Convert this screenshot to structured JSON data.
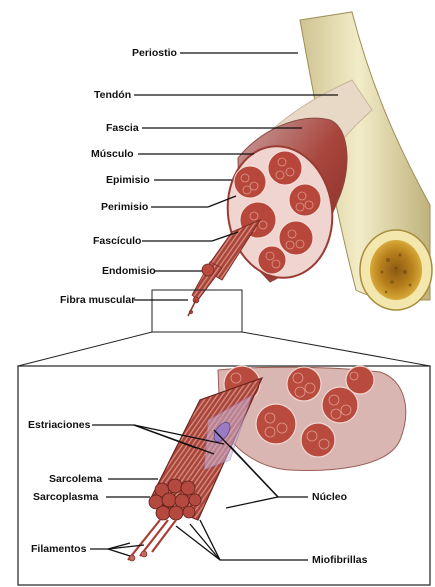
{
  "diagram": {
    "top_labels": {
      "periostio": "Periostio",
      "tendon": "Tendón",
      "fascia": "Fascia",
      "musculo": "Músculo",
      "epimisio": "Epimisio",
      "perimisio": "Perimisio",
      "fasciculo": "Fascículo",
      "endomisio": "Endomisio",
      "fibra_muscular": "Fibra muscular"
    },
    "detail_labels": {
      "estriaciones": "Estriaciones",
      "sarcolema": "Sarcolema",
      "sarcoplasma": "Sarcoplasma",
      "filamentos": "Filamentos",
      "nucleo": "Núcleo",
      "miofibrillas": "Miofibrillas"
    },
    "colors": {
      "tendon": "#e9dfae",
      "bone_marrow": "#c08a1d",
      "muscle": "#b0453a",
      "muscle_dark": "#7e2a24",
      "fascia": "#d9b2b2",
      "fascicle": "#b94b3e",
      "leader": "#111111"
    }
  }
}
